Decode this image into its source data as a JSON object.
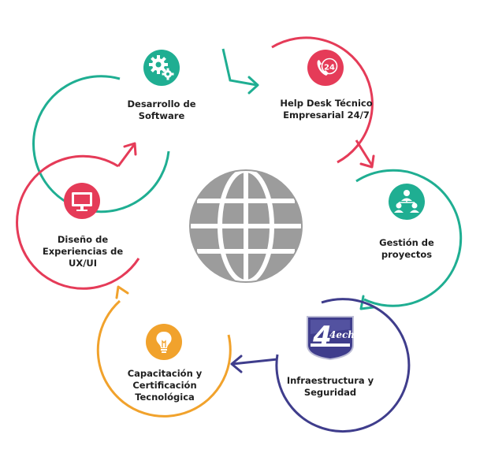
{
  "colors": {
    "teal": "#1fae92",
    "red": "#e53b58",
    "navy": "#3f3d8c",
    "orange": "#f1a22c",
    "globe": "#9c9c9c",
    "text": "#1f1f1f"
  },
  "nodes": [
    {
      "id": "desarrollo",
      "lines": [
        "Desarrollo de",
        "Software"
      ],
      "color": "teal",
      "icon": "gears-icon"
    },
    {
      "id": "helpdesk",
      "lines": [
        "Help Desk Técnico",
        "Empresarial 24/7"
      ],
      "color": "red",
      "icon": "phone-24-icon"
    },
    {
      "id": "gestion",
      "lines": [
        "Gestión de",
        "proyectos"
      ],
      "color": "teal",
      "icon": "team-hierarchy-icon"
    },
    {
      "id": "infra",
      "lines": [
        "Infraestructura y",
        "Seguridad"
      ],
      "color": "navy",
      "icon": "4tech-logo"
    },
    {
      "id": "capacitacion",
      "lines": [
        "Capacitación y",
        "Certificación",
        "Tecnológica"
      ],
      "color": "orange",
      "icon": "light-bulb-icon"
    },
    {
      "id": "diseno",
      "lines": [
        "Diseño de",
        "Experiencias de",
        "UX/UI"
      ],
      "color": "red",
      "icon": "monitor-icon"
    }
  ],
  "center_icon": "globe-icon",
  "logo_text": "4ech"
}
